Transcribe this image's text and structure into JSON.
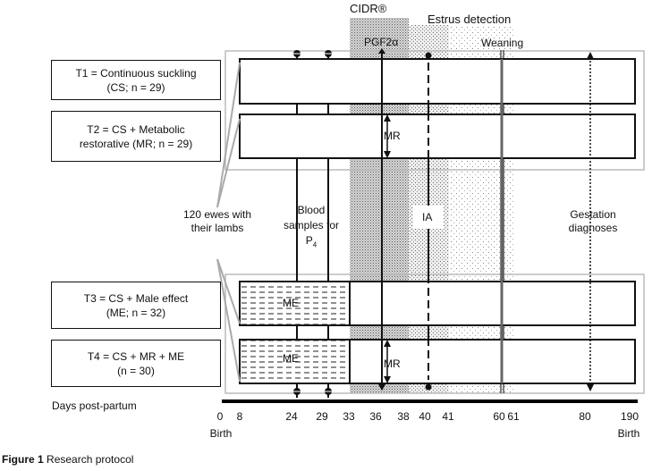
{
  "groups": [
    {
      "line1": "T1 = Continuous suckling",
      "line2": "(CS; n = 29)"
    },
    {
      "line1": "T2 = CS + Metabolic",
      "line2": "restorative (MR; n = 29)"
    },
    {
      "line1": "T3 = CS + Male effect",
      "line2": "(ME; n = 32)"
    },
    {
      "line1": "T4 = CS + MR + ME",
      "line2": "(n = 30)"
    }
  ],
  "labels": {
    "cidr": "CIDR®",
    "estrus": "Estrus detection",
    "pgf": "PGF2α",
    "weaning": "Weaning",
    "mr": "MR",
    "me": "ME",
    "ia": "IA",
    "ewes1": "120 ewes with",
    "ewes2": "their lambs",
    "blood1": "Blood",
    "blood2": "samples for",
    "blood3": "P",
    "blood3sub": "4",
    "gest1": "Gestation",
    "gest2": "diagnoses",
    "days": "Days post-partum",
    "birth": "Birth"
  },
  "axis_ticks": [
    "0",
    "8",
    "24",
    "29",
    "33",
    "36",
    "38",
    "40",
    "41",
    "60",
    "61",
    "80",
    "190"
  ],
  "caption": {
    "bold": "Figure 1",
    "text": " Research protocol"
  }
}
